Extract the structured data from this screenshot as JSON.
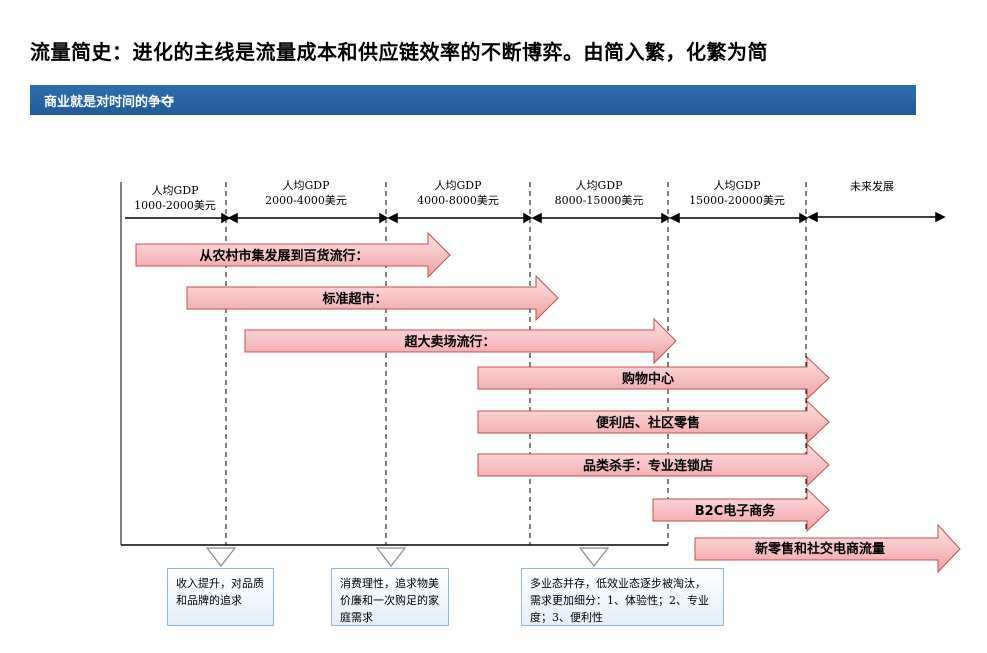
{
  "title": "流量简史：进化的主线是流量成本和供应链效率的不断博弈。由简入繁，化繁为简",
  "banner": "商业就是对时间的争夺",
  "periods": [
    {
      "line1": "人均GDP",
      "line2": "1000-2000美元"
    },
    {
      "line1": "人均GDP",
      "line2": "2000-4000美元"
    },
    {
      "line1": "人均GDP",
      "line2": "4000-8000美元"
    },
    {
      "line1": "人均GDP",
      "line2": "8000-15000美元"
    },
    {
      "line1": "人均GDP",
      "line2": "15000-20000美元"
    },
    {
      "line1": "未来发展",
      "line2": ""
    }
  ],
  "formats": [
    "从农村市集发展到百货流行：",
    "标准超市：",
    "超大卖场流行：",
    "购物中心",
    "便利店、社区零售",
    "品类杀手：专业连锁店",
    "B2C电子商务",
    "新零售和社交电商流量"
  ],
  "notes": [
    "收入提升，对品质和品牌的追求",
    "消费理性，追求物美价廉和一次购足的家庭需求",
    "多业态并存，低效业态逐步被淘汰，需求更加细分：1、体验性；2、专业度；3、便利性"
  ],
  "colors": {
    "banner": "#2f6db1",
    "arrow_fill": "#f7c2c4",
    "arrow_stroke": "#c0504d",
    "note_border": "#8fb7d9"
  }
}
